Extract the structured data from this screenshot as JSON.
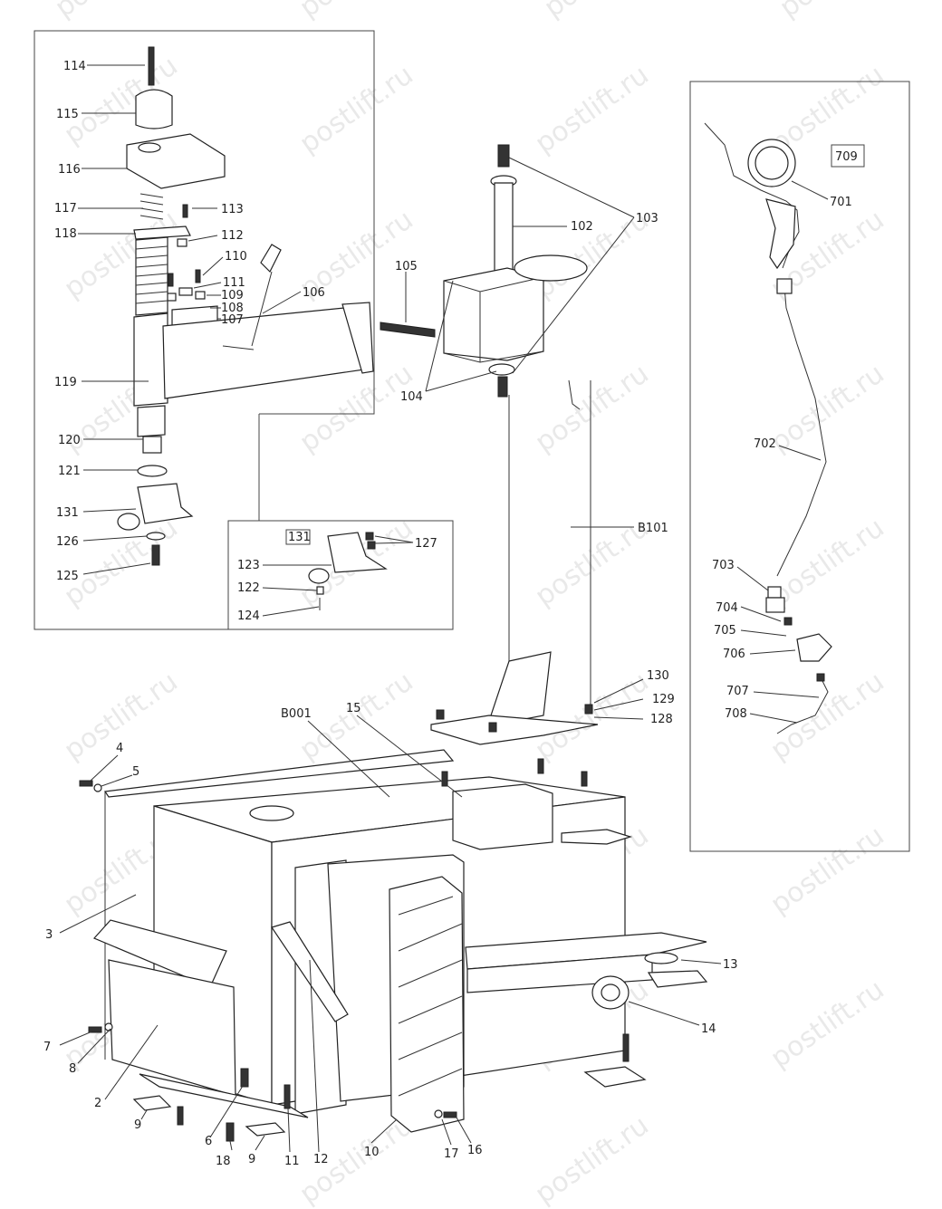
{
  "watermark": "postlift.ru",
  "boxes": {
    "inset_tag": "131",
    "hose_tag": "709"
  },
  "labels": {
    "l114": "114",
    "l115": "115",
    "l116": "116",
    "l117": "117",
    "l113": "113",
    "l118": "118",
    "l112": "112",
    "l110": "110",
    "l111": "111",
    "l109": "109",
    "l108": "108",
    "l107": "107",
    "l106": "106",
    "l119": "119",
    "l120": "120",
    "l121": "121",
    "l131": "131",
    "l126": "126",
    "l125": "125",
    "l127": "127",
    "l123": "123",
    "l122": "122",
    "l124": "124",
    "l105": "105",
    "l102": "102",
    "l103": "103",
    "l104": "104",
    "lB101": "B101",
    "l130": "130",
    "l129": "129",
    "l128": "128",
    "lB001": "B001",
    "l15": "15",
    "l4": "4",
    "l5": "5",
    "l3": "3",
    "l7": "7",
    "l8": "8",
    "l2": "2",
    "l9a": "9",
    "l6": "6",
    "l18": "18",
    "l9b": "9",
    "l11": "11",
    "l12": "12",
    "l10": "10",
    "l17": "17",
    "l16": "16",
    "l13": "13",
    "l14": "14",
    "l701": "701",
    "l702": "702",
    "l703": "703",
    "l704": "704",
    "l705": "705",
    "l706": "706",
    "l707": "707",
    "l708": "708"
  }
}
